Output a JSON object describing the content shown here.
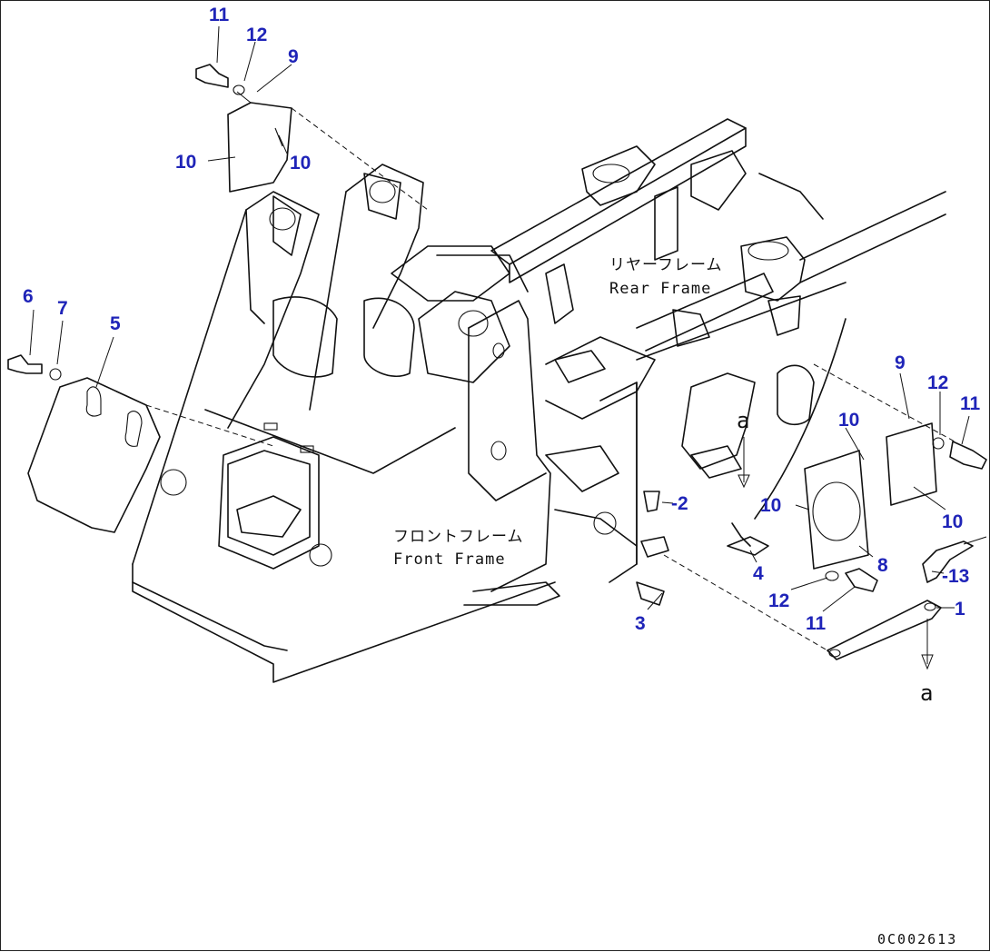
{
  "labels": {
    "front_frame_jp": "フロントフレーム",
    "front_frame_en": "Front Frame",
    "rear_frame_jp": "リヤーフレーム",
    "rear_frame_en": "Rear Frame",
    "ref_a_top": "a",
    "ref_a_bottom": "a",
    "drawing_number": "0C002613"
  },
  "callouts": {
    "c11_top": "11",
    "c12_top": "12",
    "c9_top": "9",
    "c10_left": "10",
    "c10_mid": "10",
    "c6": "6",
    "c7": "7",
    "c5": "5",
    "c9_right": "9",
    "c12_right": "12",
    "c11_right": "11",
    "c10_r1": "10",
    "c10_r2": "10",
    "c10_r3": "10",
    "c2": "-2",
    "c4": "4",
    "c8": "8",
    "c13": "-13",
    "c12_low": "12",
    "c11_low": "11",
    "c1": "1",
    "c3": "3"
  }
}
